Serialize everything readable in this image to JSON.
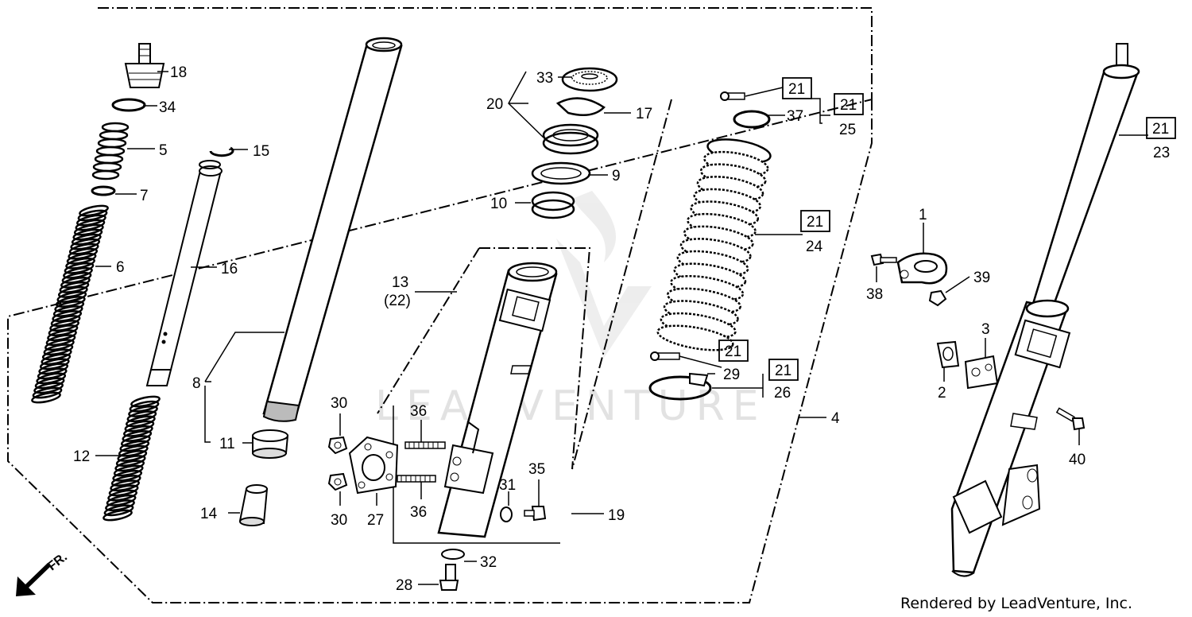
{
  "watermark": "LEADVENTURE",
  "footer": "Rendered by LeadVenture, Inc.",
  "front_indicator": "FR.",
  "labels": {
    "l18": "18",
    "l34": "34",
    "l5": "5",
    "l7": "7",
    "l6": "6",
    "l15": "15",
    "l16": "16",
    "l8": "8",
    "l11": "11",
    "l12": "12",
    "l14": "14",
    "l33": "33",
    "l20": "20",
    "l17": "17",
    "l9": "9",
    "l10": "10",
    "l13": "13",
    "l22": "(22)",
    "l30a": "30",
    "l30b": "30",
    "l27": "27",
    "l36a": "36",
    "l36b": "36",
    "l31": "31",
    "l35": "35",
    "l19": "19",
    "l32": "32",
    "l28": "28",
    "l37": "37",
    "l25": "25",
    "l24": "24",
    "l29": "29",
    "l26": "26",
    "l4": "4",
    "l1": "1",
    "l38": "38",
    "l39": "39",
    "l3": "3",
    "l2": "2",
    "l40": "40",
    "l23": "23"
  },
  "boxed_labels": {
    "b21a": "21",
    "b21b": "21",
    "b21c": "21",
    "b21d": "21",
    "b21e": "21",
    "b21f": "21"
  }
}
